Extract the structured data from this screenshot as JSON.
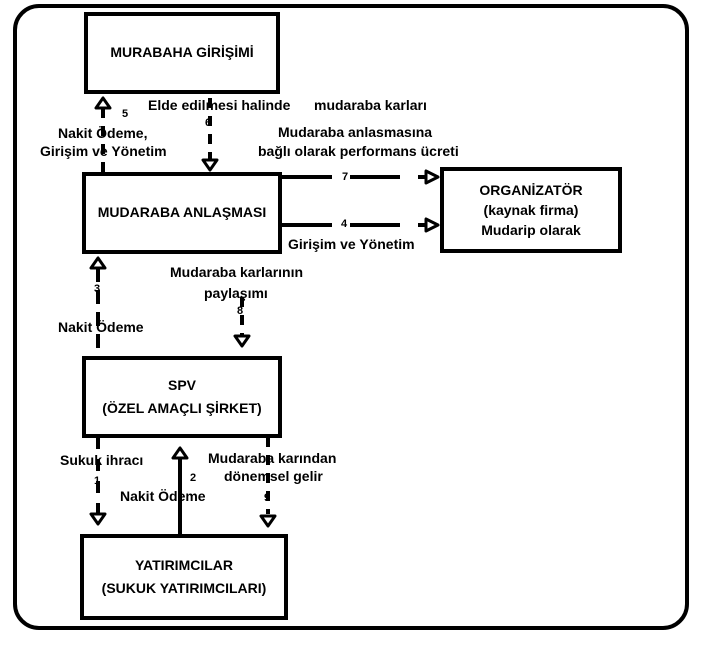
{
  "boxes": {
    "murabaha": {
      "line1": "MURABAHA GİRİŞİMİ"
    },
    "mudaraba": {
      "line1": "MUDARABA ANLAŞMASI"
    },
    "organizator": {
      "line1": "ORGANİZATÖR",
      "line2": "(kaynak firma)",
      "line3": "Mudarip olarak"
    },
    "spv": {
      "line1": "SPV",
      "line2": "(ÖZEL AMAÇLI ŞİRKET)"
    },
    "yatirimcilar": {
      "line1": "YATIRIMCILAR",
      "line2": "(SUKUK YATIRIMCILARI)"
    }
  },
  "flows": {
    "f5": {
      "num": "5",
      "label1": "Nakit Ödeme,",
      "label2": "Girişim ve Yönetim"
    },
    "f6": {
      "num": "6",
      "label1": "Elde edilmesi halinde",
      "label2": "mudaraba karları"
    },
    "f7": {
      "num": "7",
      "label1": "Mudaraba anlasmasına",
      "label2": "bağlı olarak performans ücreti"
    },
    "f4": {
      "num": "4",
      "label1": "Girişim ve Yönetim"
    },
    "f3": {
      "num": "3",
      "label1": "Nakit Ödeme"
    },
    "f8": {
      "num": "8",
      "label1": "Mudaraba karlarının",
      "label2": "paylaşımı"
    },
    "f1": {
      "num": "1",
      "label1": "Sukuk ihracı"
    },
    "f2": {
      "num": "2",
      "label1": "Nakit Ödeme"
    },
    "f9": {
      "num": "9",
      "label1": "Mudaraba karından",
      "label2": "dönemsel gelir"
    }
  }
}
